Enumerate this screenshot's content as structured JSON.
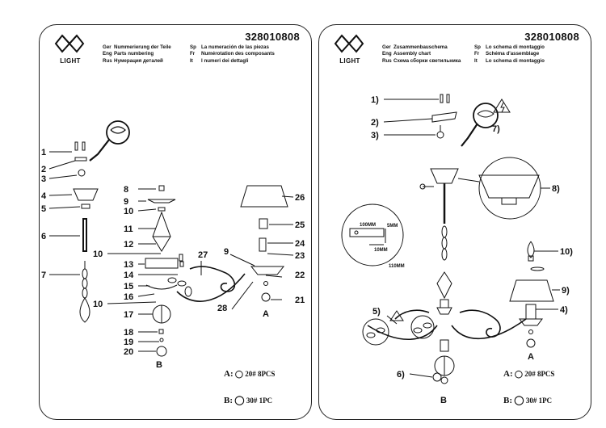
{
  "page1": {
    "logo_text": "LIGHT",
    "model": "328010808",
    "header": [
      {
        "code": "Ger",
        "text": "Nummerierung der Teile"
      },
      {
        "code": "Eng",
        "text": "Parts numbering"
      },
      {
        "code": "Rus",
        "text": "Нумерация деталей"
      }
    ],
    "header_right": [
      {
        "code": "Sp",
        "text": "La numeración de las piezas"
      },
      {
        "code": "Fr",
        "text": "Numérotation des composants"
      },
      {
        "code": "It",
        "text": "I numeri dei dettagli"
      }
    ],
    "labels": {
      "n1": "1",
      "n2": "2",
      "n3": "3",
      "n4": "4",
      "n5": "5",
      "n6": "6",
      "n7": "7",
      "n8": "8",
      "n9": "9",
      "n10a": "10",
      "n11": "11",
      "n12": "12",
      "n10b": "10",
      "n13": "13",
      "n14": "14",
      "n15": "15",
      "n16": "16",
      "n10c": "10",
      "n17": "17",
      "n18": "18",
      "n19": "19",
      "n20": "20",
      "B": "B",
      "n26": "26",
      "n25": "25",
      "n24": "24",
      "n23": "23",
      "n27": "27",
      "n9b": "9",
      "n22": "22",
      "n28": "28",
      "n21": "21",
      "A": "A"
    },
    "legend": [
      {
        "key": "A:",
        "text": "20# 8PCS"
      },
      {
        "key": "B:",
        "text": "30# 1PC"
      }
    ]
  },
  "page2": {
    "logo_text": "LIGHT",
    "model": "328010808",
    "header": [
      {
        "code": "Ger",
        "text": "Zusammenbauschema"
      },
      {
        "code": "Eng",
        "text": "Assembly chart"
      },
      {
        "code": "Rus",
        "text": "Схема сборки светильника"
      }
    ],
    "header_right": [
      {
        "code": "Sp",
        "text": "Lo schema di montaggio"
      },
      {
        "code": "Fr",
        "text": "Schéma d'assemblage"
      },
      {
        "code": "It",
        "text": "Lo schema di montaggio"
      }
    ],
    "labels": {
      "s1": "1)",
      "s2": "2)",
      "s3": "3)",
      "s7": "7)",
      "s8": "8)",
      "s10": "10)",
      "s9": "9)",
      "s4": "4)",
      "s5": "5)",
      "s6": "6)",
      "A": "A",
      "B": "B",
      "d100": "100MM",
      "d5": "5MM",
      "d10": "10MM",
      "d110": "110MM"
    },
    "legend": [
      {
        "key": "A:",
        "text": "20# 8PCS"
      },
      {
        "key": "B:",
        "text": "30# 1PC"
      }
    ]
  }
}
